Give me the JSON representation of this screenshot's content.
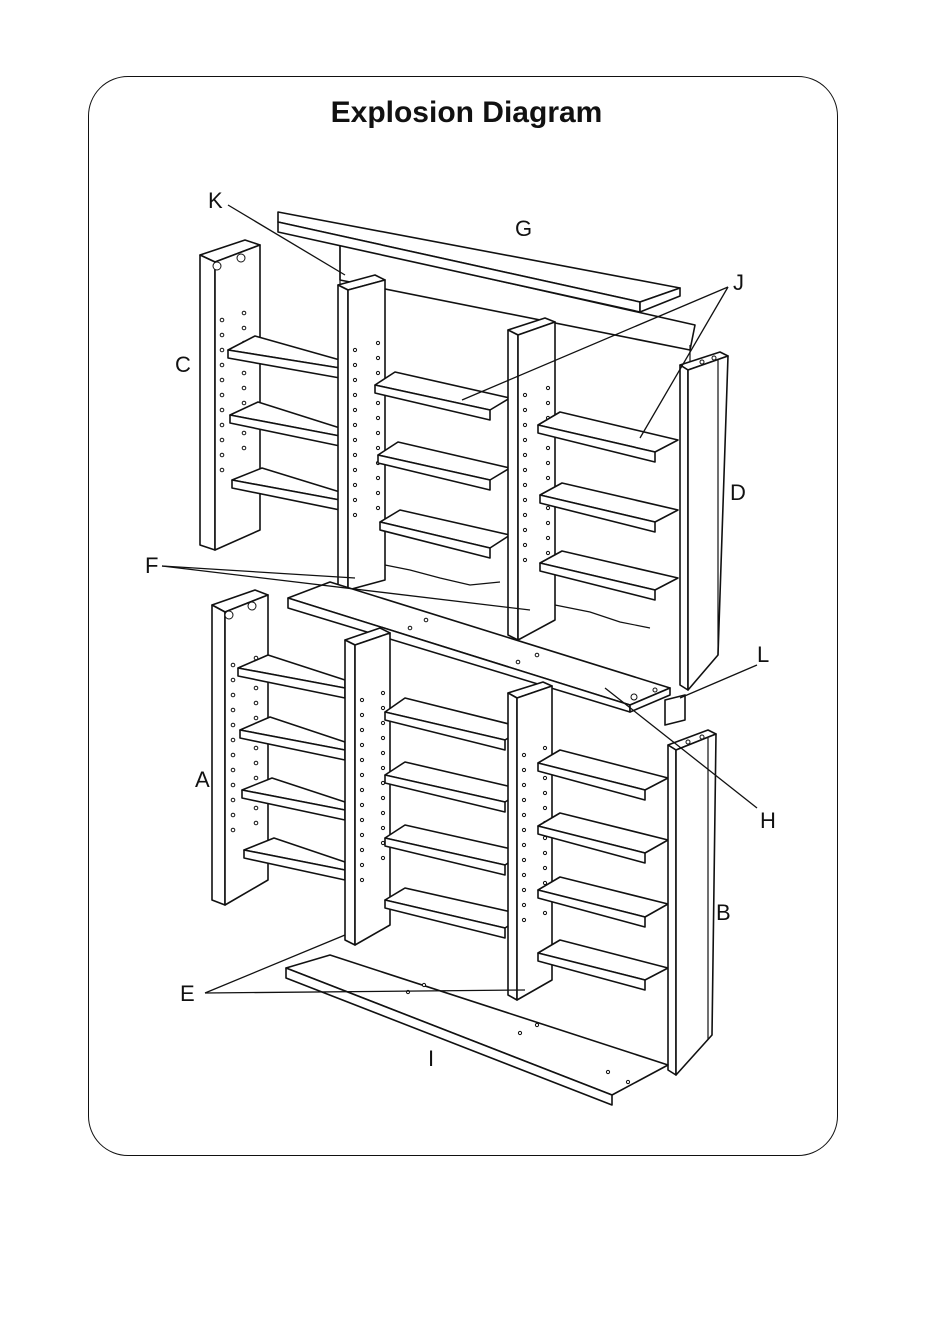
{
  "title": "Explosion Diagram",
  "labels": {
    "A": "A",
    "B": "B",
    "C": "C",
    "D": "D",
    "E": "E",
    "F": "F",
    "G": "G",
    "H": "H",
    "I": "I",
    "J": "J",
    "K": "K",
    "L": "L"
  }
}
